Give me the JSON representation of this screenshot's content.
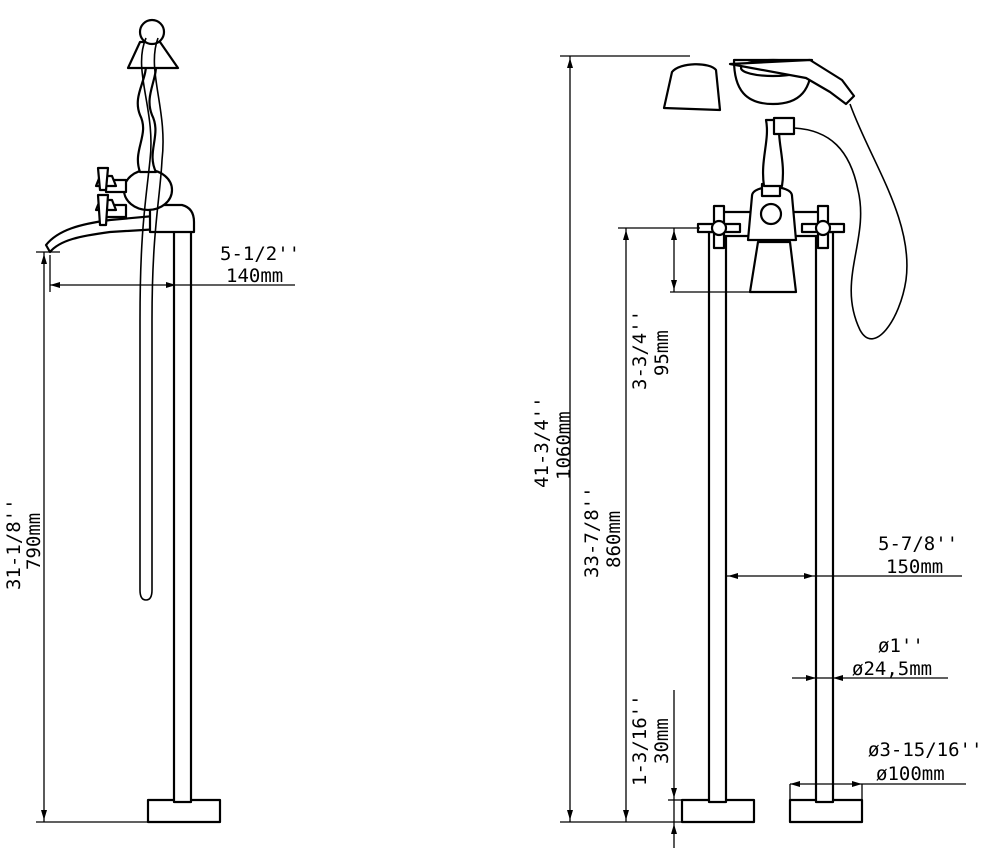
{
  "dimensions": {
    "spout_reach": {
      "inch": "5-1/2''",
      "mm": "140mm"
    },
    "height_to_spout": {
      "inch": "31-1/8''",
      "mm": "790mm"
    },
    "valve_height": {
      "inch": "3-3/4''",
      "mm": "95mm"
    },
    "overall_height": {
      "inch": "41-3/4''",
      "mm": "1060mm"
    },
    "height_to_handles": {
      "inch": "33-7/8''",
      "mm": "860mm"
    },
    "leg_spacing": {
      "inch": "5-7/8''",
      "mm": "150mm"
    },
    "leg_diameter": {
      "inch": "ø1''",
      "mm": "ø24,5mm"
    },
    "base_thickness": {
      "inch": "1-3/16''",
      "mm": "30mm"
    },
    "base_diameter": {
      "inch": "ø3-15/16''",
      "mm": "ø100mm"
    }
  }
}
